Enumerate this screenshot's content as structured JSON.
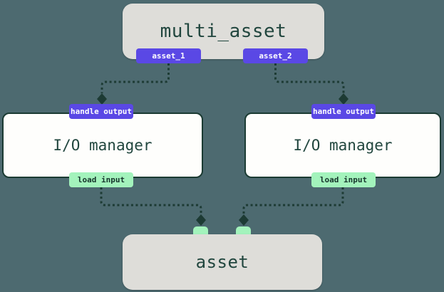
{
  "colors": {
    "background": "#4D6A70",
    "node_fill": "#DEDDD9",
    "node_text": "#21463E",
    "output_tag_bg": "#5A48E5",
    "output_tag_text": "#FFFFFF",
    "input_tag_bg": "#A3F3BC",
    "input_tag_text": "#16352C",
    "io_fill": "#FEFEFC",
    "io_border": "#1B3B33",
    "edge": "#1D3B34"
  },
  "diagram": {
    "multi_asset": {
      "title": "multi_asset",
      "outputs": [
        "asset_1",
        "asset_2"
      ]
    },
    "io_managers": [
      {
        "title": "I/O manager",
        "output_handle": "handle output",
        "input_handle": "load input"
      },
      {
        "title": "I/O manager",
        "output_handle": "handle output",
        "input_handle": "load input"
      }
    ],
    "asset": {
      "title": "asset"
    }
  }
}
